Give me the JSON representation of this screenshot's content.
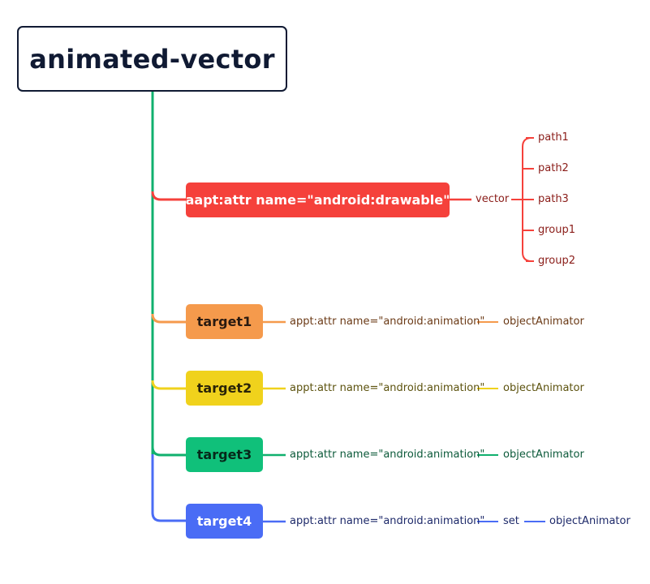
{
  "root": {
    "label": "animated-vector"
  },
  "drawable": {
    "label": "aapt:attr name=\"android:drawable\"",
    "child": "vector",
    "leaves": [
      "path1",
      "path2",
      "path3",
      "group1",
      "group2"
    ]
  },
  "targets": [
    {
      "label": "target1",
      "attr": "appt:attr name=\"android:animation\"",
      "chain": [
        "objectAnimator"
      ]
    },
    {
      "label": "target2",
      "attr": "appt:attr name=\"android:animation\"",
      "chain": [
        "objectAnimator"
      ]
    },
    {
      "label": "target3",
      "attr": "appt:attr name=\"android:animation\"",
      "chain": [
        "objectAnimator"
      ]
    },
    {
      "label": "target4",
      "attr": "appt:attr name=\"android:animation\"",
      "chain": [
        "set",
        "objectAnimator"
      ]
    }
  ],
  "colors": {
    "trunk": "#10b06e",
    "drawable": "#f5413b",
    "target1": "#f59a4c",
    "target2": "#f0d21c",
    "target3": "#10c07a",
    "target4": "#4a6cf5"
  }
}
